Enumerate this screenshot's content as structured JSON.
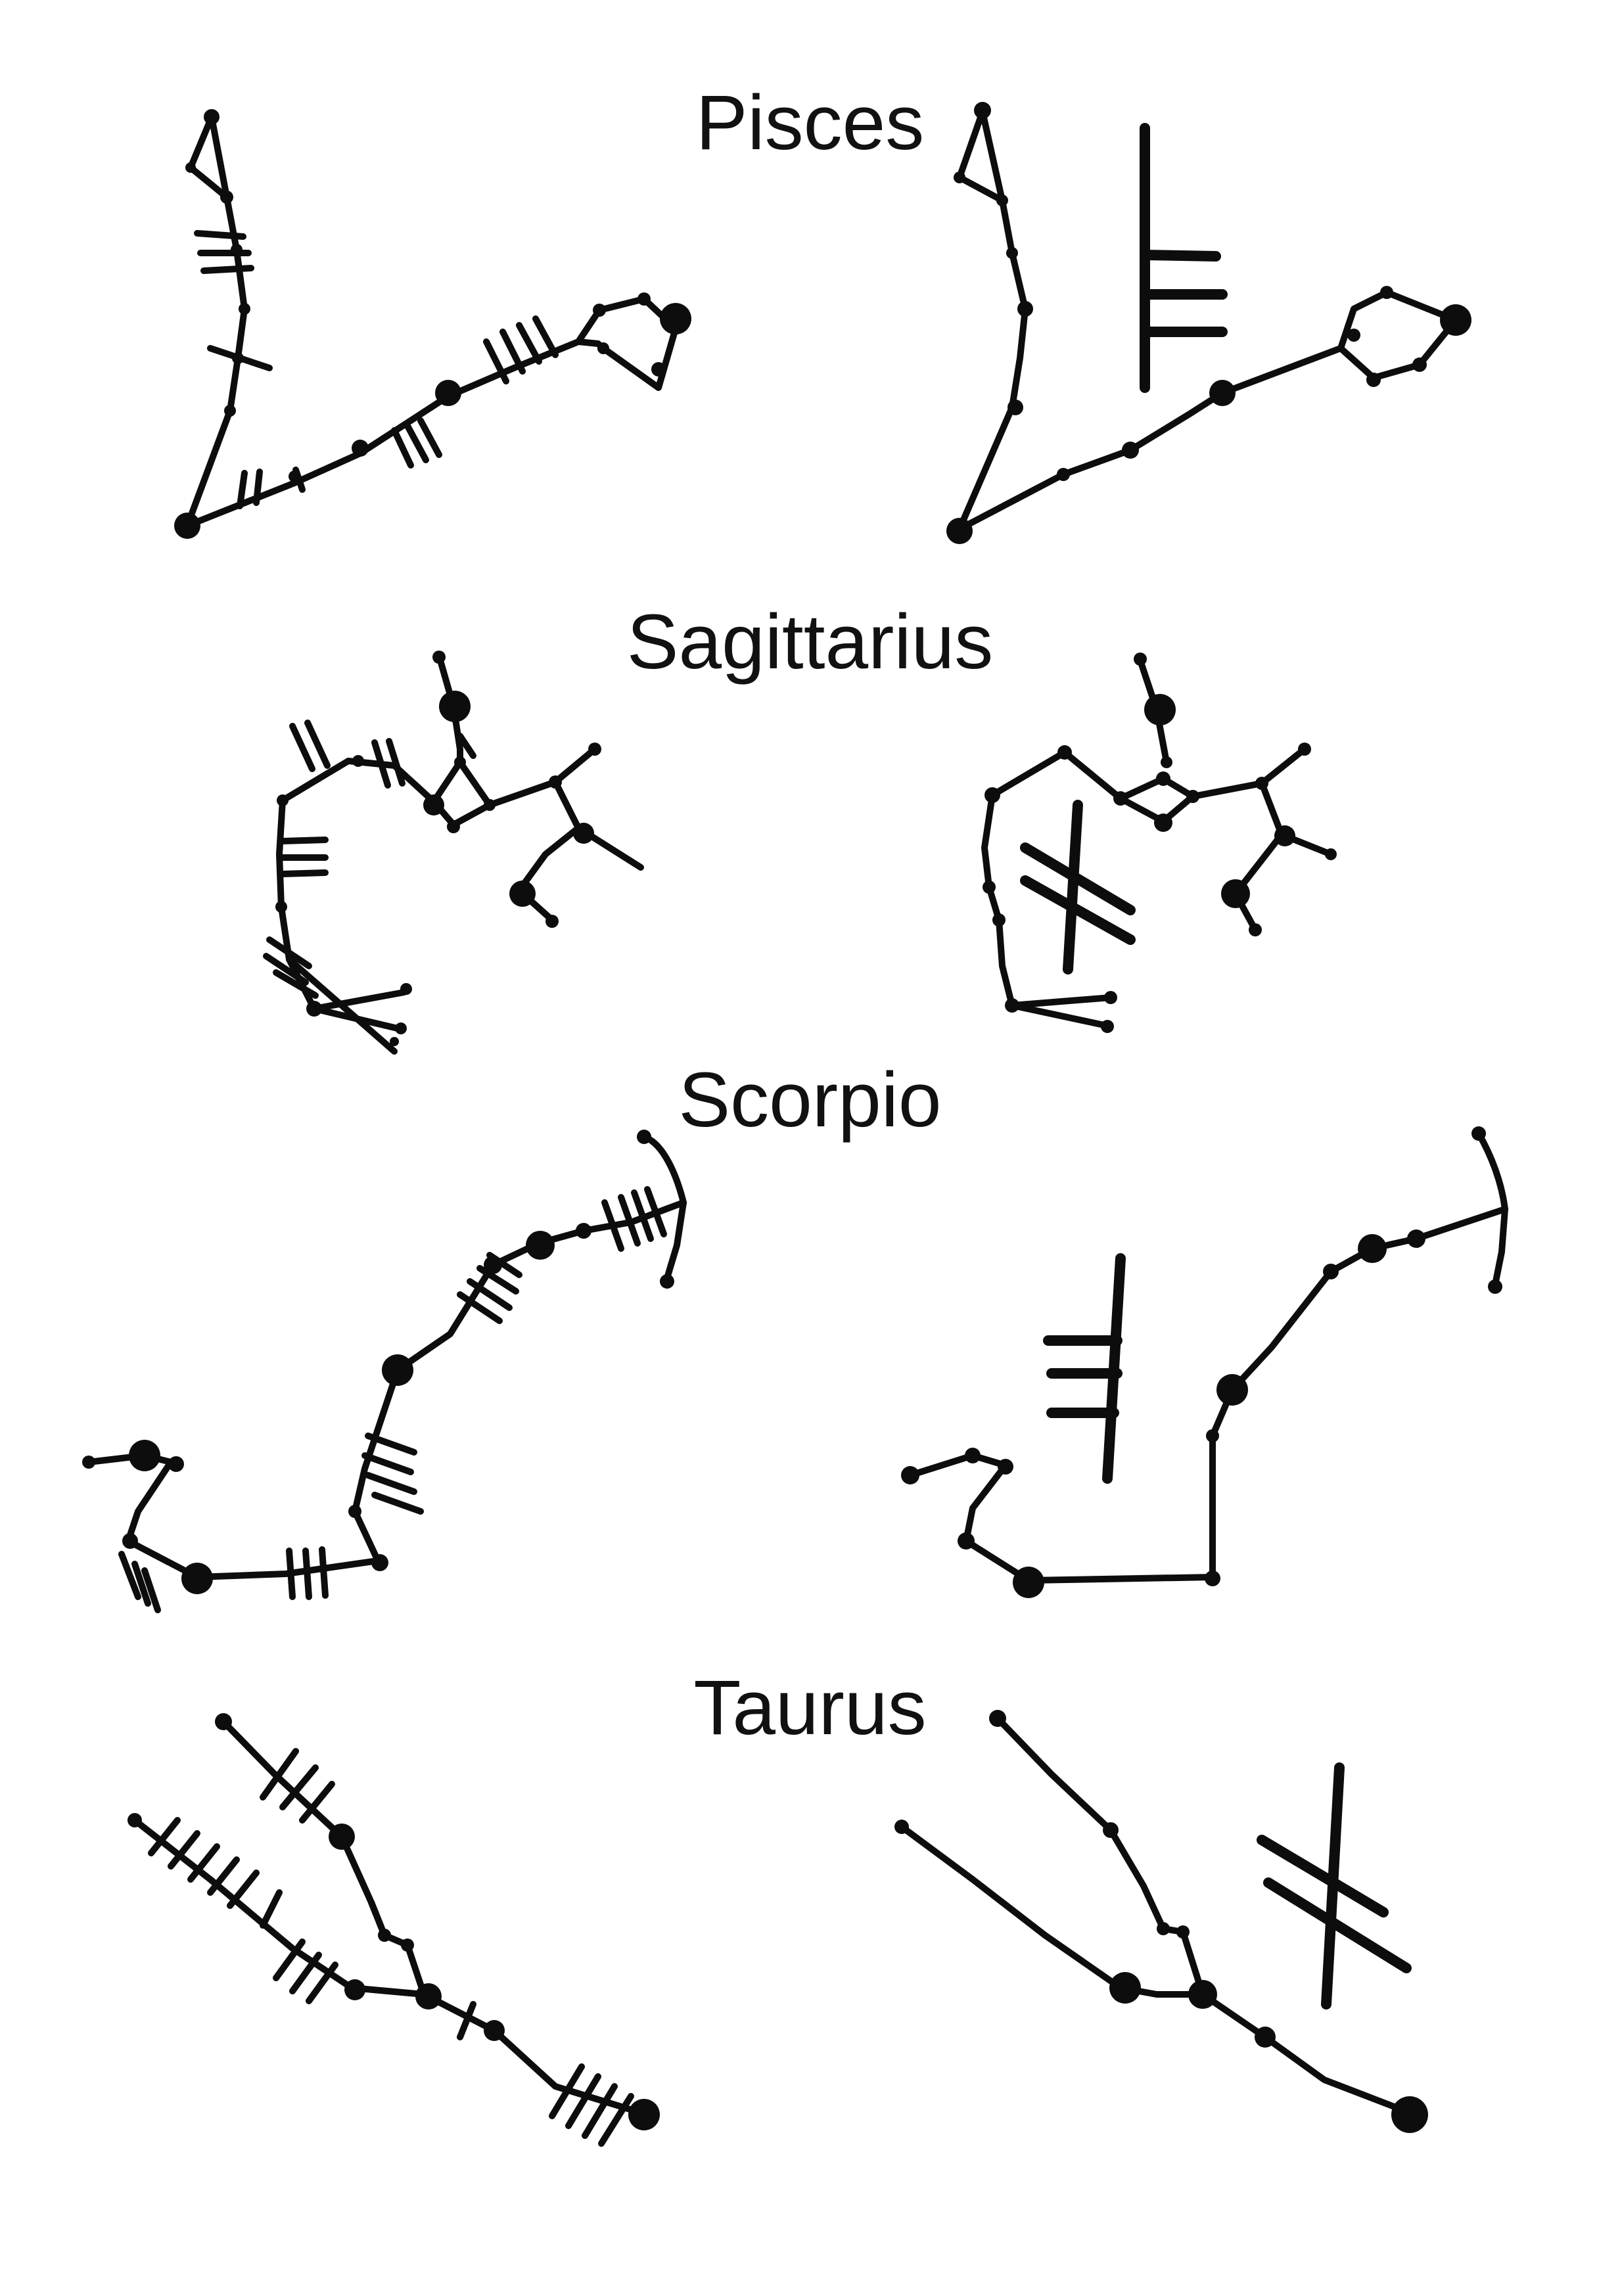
{
  "titles": {
    "pisces": "Pisces",
    "sagittarius": "Sagittarius",
    "scorpio": "Scorpio",
    "taurus": "Taurus"
  },
  "colors": {
    "ink": "#0d0d0d",
    "paper": "#ffffff"
  }
}
